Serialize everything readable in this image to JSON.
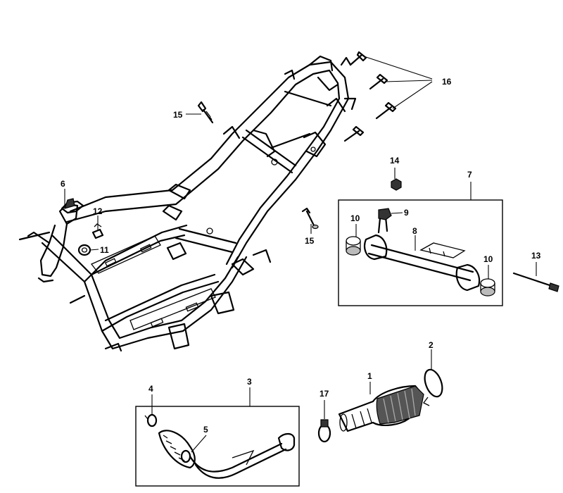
{
  "callouts": [
    {
      "id": "c1",
      "label": "1"
    },
    {
      "id": "c2",
      "label": "2"
    },
    {
      "id": "c3",
      "label": "3"
    },
    {
      "id": "c4",
      "label": "4"
    },
    {
      "id": "c5",
      "label": "5"
    },
    {
      "id": "c6",
      "label": "6"
    },
    {
      "id": "c7",
      "label": "7"
    },
    {
      "id": "c8",
      "label": "8"
    },
    {
      "id": "c9",
      "label": "9"
    },
    {
      "id": "c10a",
      "label": "10"
    },
    {
      "id": "c10b",
      "label": "10"
    },
    {
      "id": "c11",
      "label": "11"
    },
    {
      "id": "c12",
      "label": "12"
    },
    {
      "id": "c13",
      "label": "13"
    },
    {
      "id": "c14",
      "label": "14"
    },
    {
      "id": "c15a",
      "label": "15"
    },
    {
      "id": "c15b",
      "label": "15"
    },
    {
      "id": "c16",
      "label": "16"
    },
    {
      "id": "c17",
      "label": "17"
    }
  ]
}
